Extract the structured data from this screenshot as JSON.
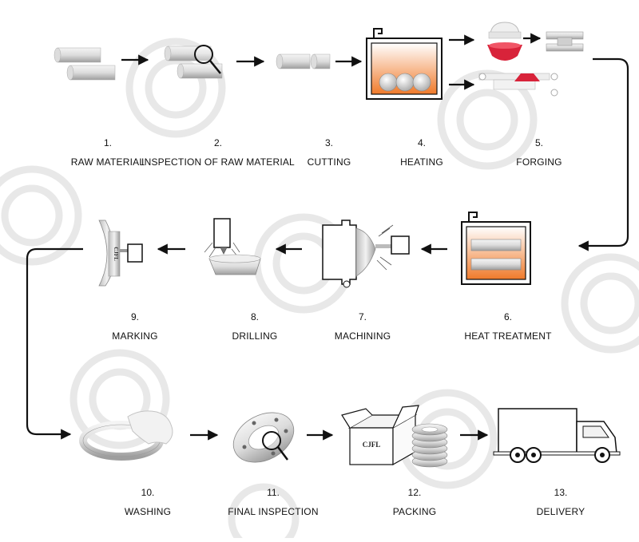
{
  "steps": [
    {
      "num": "1.",
      "label": "RAW MATERIAL"
    },
    {
      "num": "2.",
      "label": "INSPECTION OF RAW MATERIAL"
    },
    {
      "num": "3.",
      "label": "CUTTING"
    },
    {
      "num": "4.",
      "label": "HEATING"
    },
    {
      "num": "5.",
      "label": "FORGING"
    },
    {
      "num": "6.",
      "label": "HEAT TREATMENT"
    },
    {
      "num": "7.",
      "label": "MACHINING"
    },
    {
      "num": "8.",
      "label": "DRILLING"
    },
    {
      "num": "9.",
      "label": "MARKING"
    },
    {
      "num": "10.",
      "label": "WASHING"
    },
    {
      "num": "11.",
      "label": "FINAL INSPECTION"
    },
    {
      "num": "12.",
      "label": "PACKING"
    },
    {
      "num": "13.",
      "label": "DELIVERY"
    }
  ],
  "brand_text": "CJFL",
  "colors": {
    "accent_orange": "#f07a2a",
    "accent_red": "#d8233a",
    "steel_light": "#e9e9e9",
    "steel_dark": "#9a9a9a",
    "line": "#111111",
    "watermark": "#e6e6e6"
  }
}
